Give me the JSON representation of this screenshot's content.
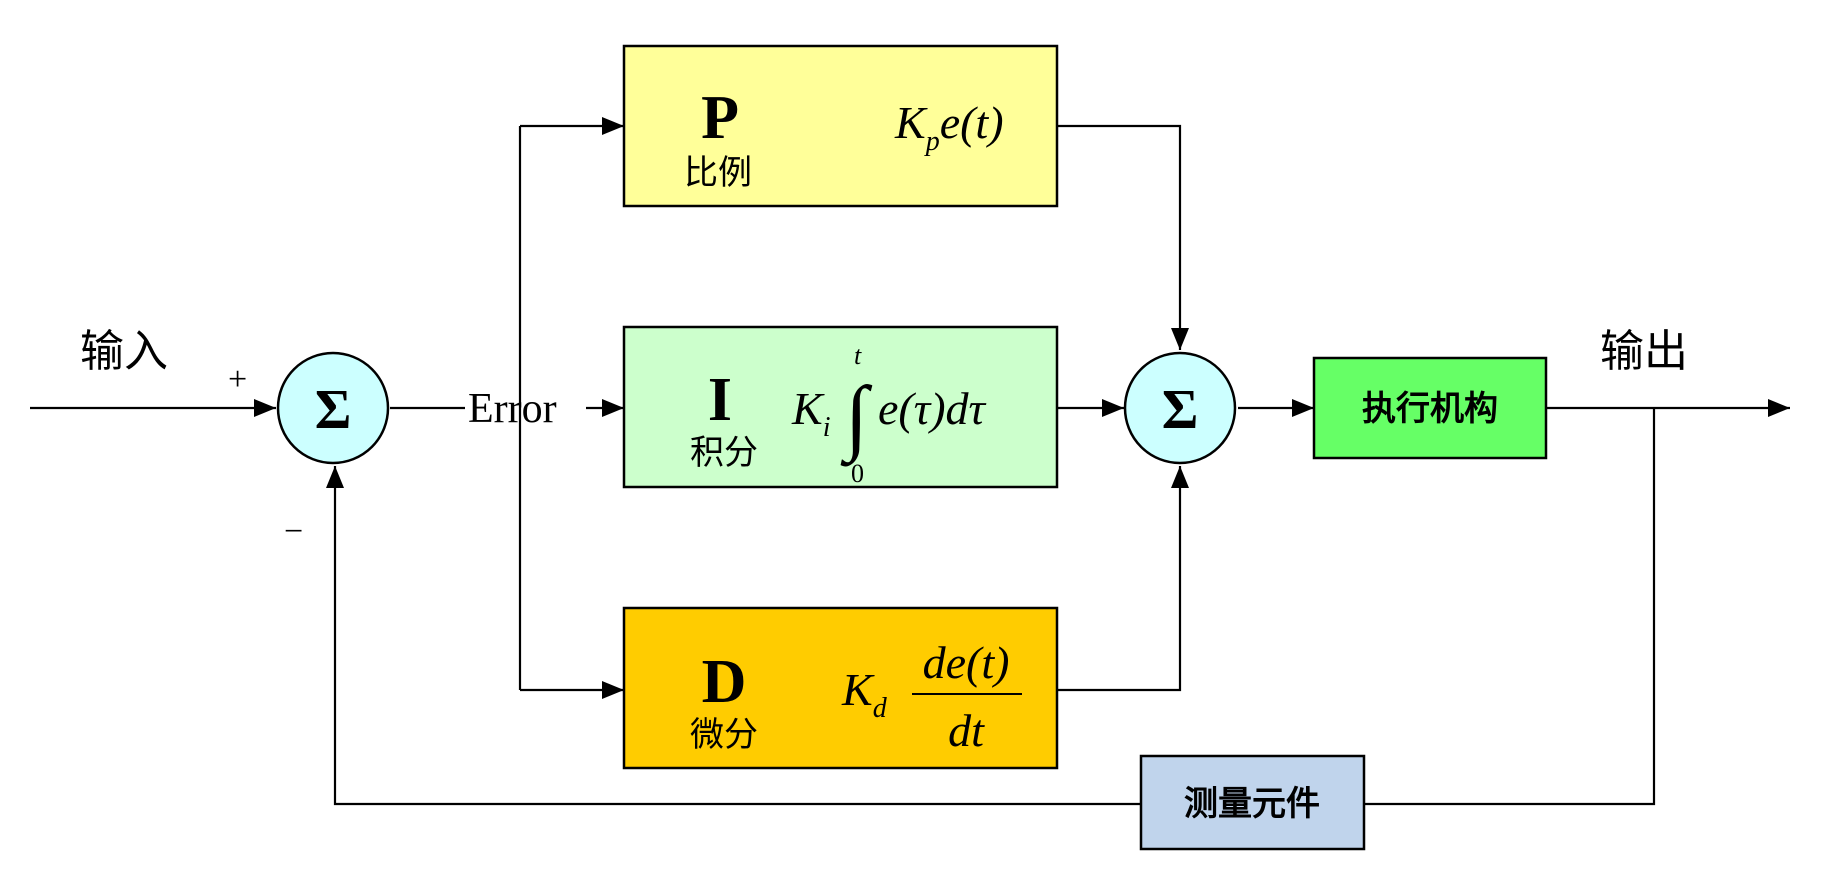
{
  "colors": {
    "p_box": "#FFFF99",
    "i_box": "#CCFFCC",
    "d_box": "#FFCC00",
    "actuator_box": "#66FF66",
    "sensor_box": "#C0D4EC",
    "sum_node": "#CCFFFF",
    "line": "#000000"
  },
  "input_label": "输入",
  "output_label": "输出",
  "error_label": "Error",
  "sum1": {
    "symbol": "Σ",
    "plus_sign": "+",
    "minus_sign": "−"
  },
  "sum2": {
    "symbol": "Σ"
  },
  "p_block": {
    "letter": "P",
    "name": "比例",
    "formula_K": "K",
    "formula_sub": "p",
    "formula_rest": "e(t)"
  },
  "i_block": {
    "letter": "I",
    "name": "积分",
    "formula_K": "K",
    "formula_sub": "i",
    "integral": "∫",
    "upper_limit": "t",
    "lower_limit": "0",
    "formula_rest": "e(τ)dτ"
  },
  "d_block": {
    "letter": "D",
    "name": "微分",
    "formula_K": "K",
    "formula_sub": "d",
    "numerator": "de(t)",
    "denominator": "dt"
  },
  "actuator": {
    "label": "执行机构"
  },
  "sensor": {
    "label": "测量元件"
  }
}
